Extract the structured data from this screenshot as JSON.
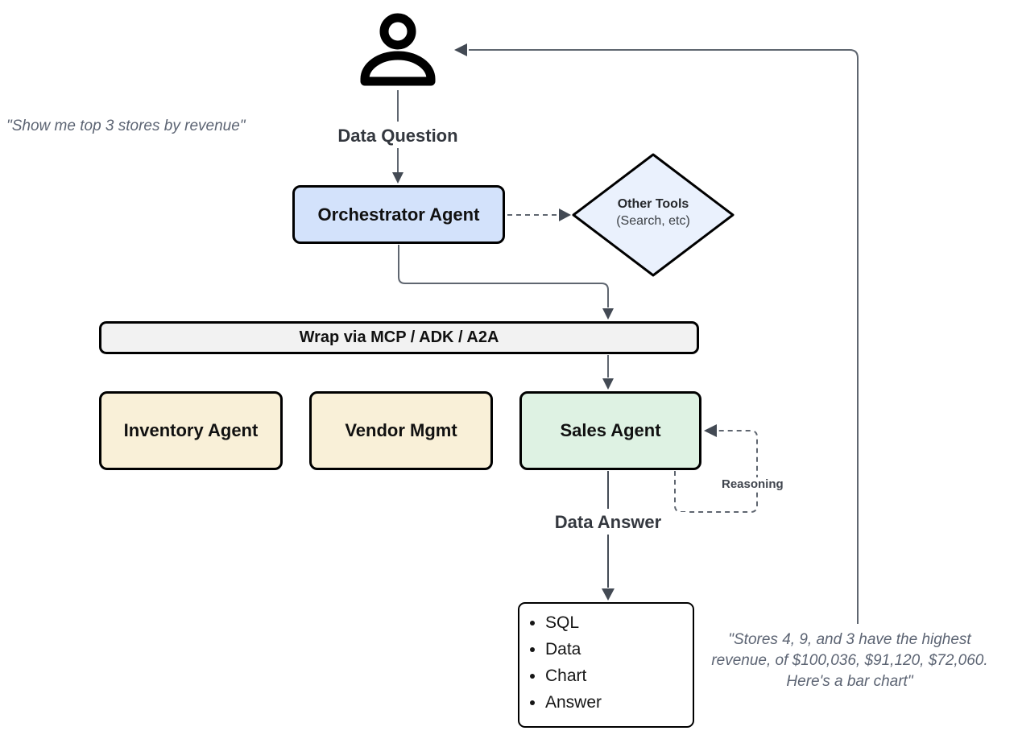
{
  "diagram": {
    "user_quote": "\"Show me top 3 stores by revenue\"",
    "labels": {
      "data_question": "Data Question",
      "data_answer": "Data Answer",
      "reasoning": "Reasoning"
    },
    "nodes": {
      "orchestrator": {
        "label": "Orchestrator Agent"
      },
      "other_tools": {
        "title": "Other Tools",
        "subtitle": "(Search, etc)"
      },
      "wrap_bar": {
        "label": "Wrap via MCP / ADK / A2A"
      },
      "inventory": {
        "label": "Inventory Agent"
      },
      "vendor": {
        "label": "Vendor Mgmt"
      },
      "sales": {
        "label": "Sales Agent"
      },
      "output": {
        "items": [
          "SQL",
          "Data",
          "Chart",
          "Answer"
        ]
      }
    },
    "answer_quote_lines": [
      "\"Stores 4, 9, and 3 have the highest",
      "revenue, of $100,036, $91,120, $72,060.",
      "Here's a bar chart\""
    ],
    "colors": {
      "orchestrator_fill": "#d3e2fb",
      "other_tools_fill": "#eaf1fd",
      "wrap_bar_fill": "#f2f2f2",
      "inventory_vendor_fill": "#f9f0d8",
      "sales_fill": "#def2e3",
      "output_fill": "#ffffff",
      "node_border": "#000000",
      "connector_line": "#5f6670",
      "arrowhead": "#434a54",
      "flow_label_text": "#34383f",
      "quote_text": "#5c6473"
    }
  }
}
